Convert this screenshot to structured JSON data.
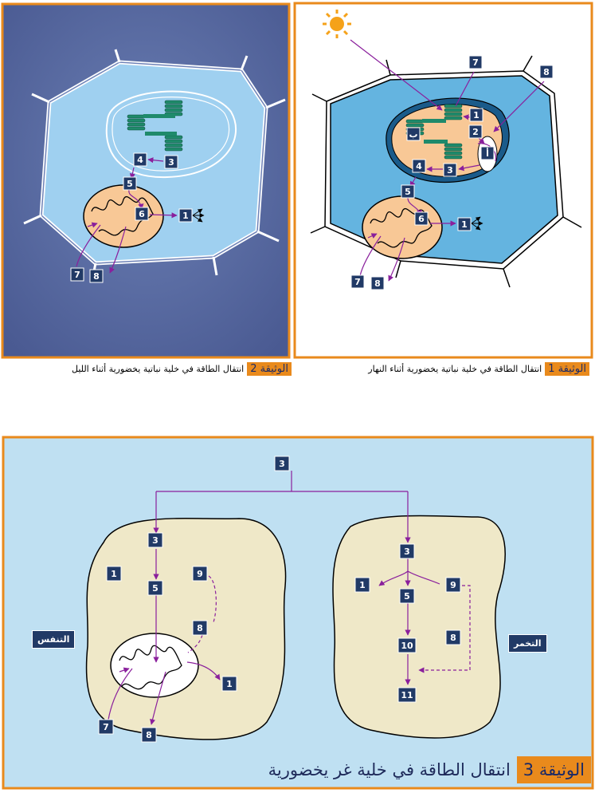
{
  "doc1": {
    "tag": "الوثيقة 1",
    "caption": "انتقال الطاقة في خلية نباتية يخضورية أثناء النهار"
  },
  "doc2": {
    "tag": "الوثيقة 2",
    "caption": "انتقال الطاقة في خلية نباتية يخضورية أثناء الليل"
  },
  "doc3": {
    "tag": "الوثيقة 3",
    "caption": "انتقال الطاقة في خلية غر يخضورية"
  },
  "labels": {
    "n1": "1",
    "n2": "2",
    "n3": "3",
    "n4": "4",
    "n5": "5",
    "n6": "6",
    "n7": "7",
    "n8": "8",
    "n9": "9",
    "n10": "10",
    "n11": "11",
    "alef": "أ",
    "ba": "ب",
    "respiration": "التنفس",
    "fermentation": "التخمر"
  },
  "icons": {
    "day": "sun-icon",
    "night": "moon-icon"
  },
  "colors": {
    "orange": "#e98a1c",
    "navy": "#213a66",
    "purple": "#8a1f9c",
    "green": "#1f8a6b"
  }
}
